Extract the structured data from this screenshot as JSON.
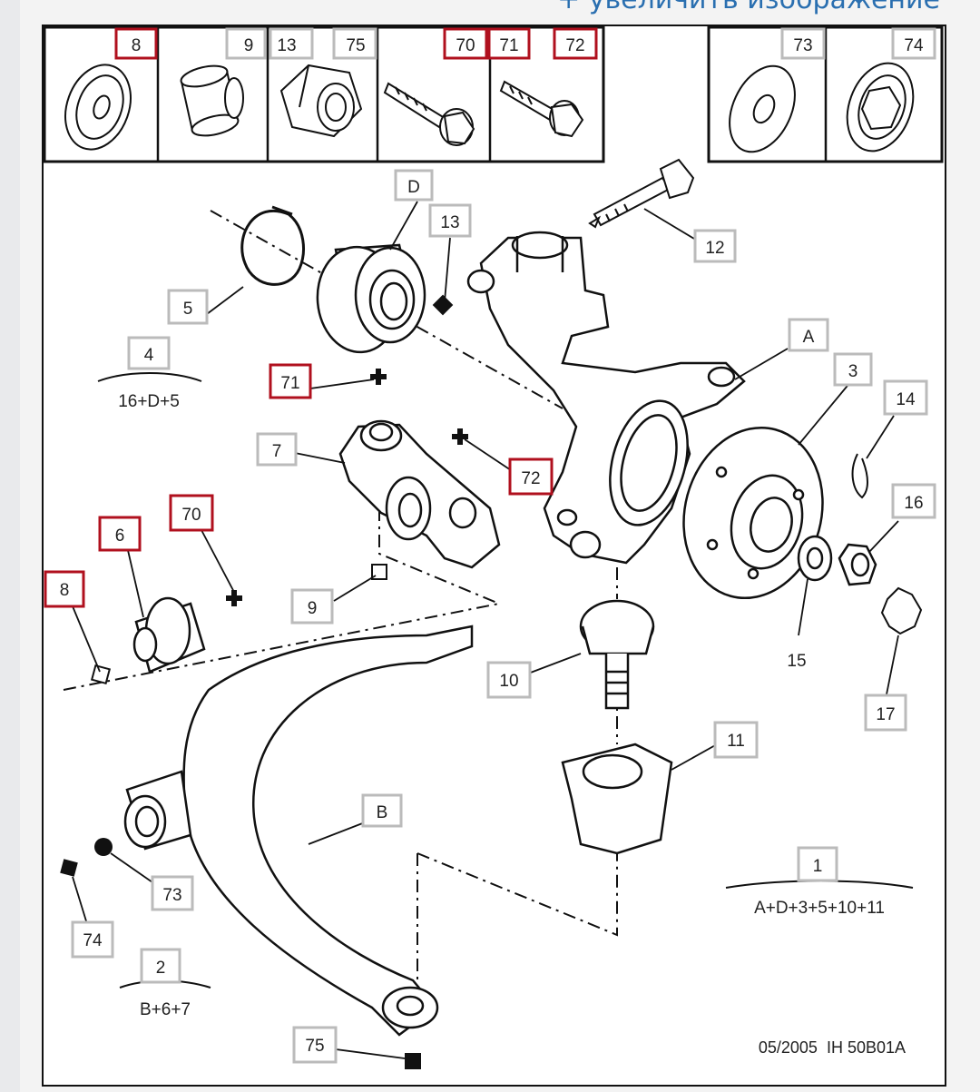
{
  "header": {
    "zoom_link": "+ увеличить изображение"
  },
  "diagram": {
    "strip_labels": [
      "8",
      "9",
      "13",
      "75",
      "70",
      "71",
      "72",
      "73",
      "74"
    ],
    "callouts": {
      "D": "D",
      "13": "13",
      "12": "12",
      "5": "5",
      "A": "A",
      "3": "3",
      "14": "14",
      "71": "71",
      "7": "7",
      "72": "72",
      "16": "16",
      "6": "6",
      "70": "70",
      "8": "8",
      "9": "9",
      "15": "15",
      "10": "10",
      "17": "17",
      "11": "11",
      "B": "B",
      "73": "73",
      "74": "74",
      "1": "1",
      "2": "2",
      "75": "75",
      "4": "4"
    },
    "kits": {
      "kit_4": "16+D+5",
      "kit_1": "A+D+3+5+10+11",
      "kit_2": "B+6+7"
    },
    "footer": "05/2005  IH 50B01A"
  }
}
